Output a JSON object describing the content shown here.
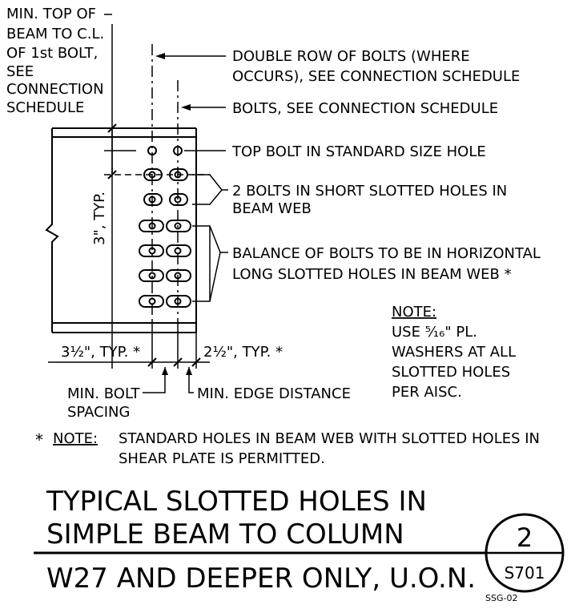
{
  "labels": {
    "min_top_1": "MIN. TOP OF",
    "min_top_2": "BEAM TO C.L.",
    "min_top_3": "OF 1st BOLT,",
    "min_top_4": "SEE",
    "min_top_5": "CONNECTION",
    "min_top_6": "SCHEDULE",
    "double_row_1": "DOUBLE ROW OF BOLTS (WHERE",
    "double_row_2": "OCCURS), SEE CONNECTION SCHEDULE",
    "bolts_see": "BOLTS, SEE CONNECTION SCHEDULE",
    "top_bolt": "TOP BOLT IN STANDARD SIZE HOLE",
    "two_bolts_1": "2 BOLTS IN SHORT SLOTTED HOLES IN",
    "two_bolts_2": "BEAM WEB",
    "balance_1": "BALANCE OF BOLTS TO BE IN HORIZONTAL",
    "balance_2": "LONG  SLOTTED HOLES IN BEAM WEB *",
    "three_typ": "3\", TYP.",
    "dim_left": "3½\", TYP. *",
    "dim_right": "2½\", TYP. *",
    "min_bolt_1": "MIN. BOLT",
    "min_bolt_2": "SPACING",
    "min_edge": "MIN. EDGE DISTANCE"
  },
  "side_note": {
    "heading": "NOTE:",
    "line1": "USE ⁵⁄₁₆\" PL.",
    "line2": "WASHERS AT ALL",
    "line3": "SLOTTED HOLES",
    "line4": "PER AISC."
  },
  "footnote": {
    "star": "*",
    "heading": "NOTE:",
    "line1": "STANDARD HOLES IN BEAM WEB WITH SLOTTED HOLES IN",
    "line2": "SHEAR PLATE IS PERMITTED."
  },
  "title": {
    "line1": "TYPICAL SLOTTED HOLES IN",
    "line2": "SIMPLE BEAM TO COLUMN",
    "line3": "W27 AND DEEPER ONLY, U.O.N."
  },
  "detail_ref": {
    "number": "2",
    "sheet": "S701",
    "code": "SSG-02"
  }
}
